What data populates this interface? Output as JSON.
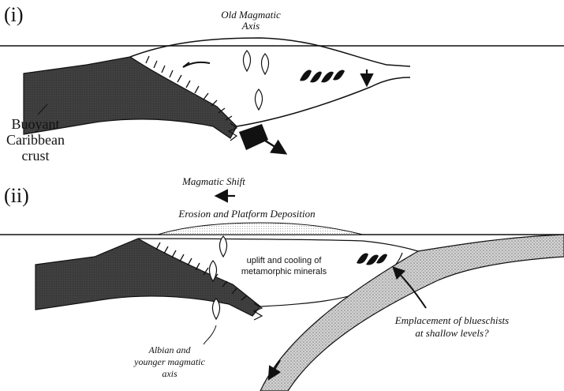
{
  "panels": [
    {
      "label": "(i)",
      "old_axis_title": [
        "Old Magmatic",
        "Axis"
      ],
      "crust_label": [
        "Buoyant",
        "Caribbean",
        "crust"
      ]
    },
    {
      "label": "(ii)",
      "magmatic_shift": "Magmatic Shift",
      "erosion": "Erosion and Platform Deposition",
      "uplift": [
        "uplift and cooling of",
        "metamorphic minerals"
      ],
      "emplacement": [
        "Emplacement of blueschists",
        "at shallow levels?"
      ],
      "albian": [
        "Albian and",
        "younger magmatic",
        "axis"
      ]
    }
  ],
  "colors": {
    "crust_fill": "#3a3a3a",
    "slab_fill": "#c8c8c8",
    "line": "#111111"
  }
}
